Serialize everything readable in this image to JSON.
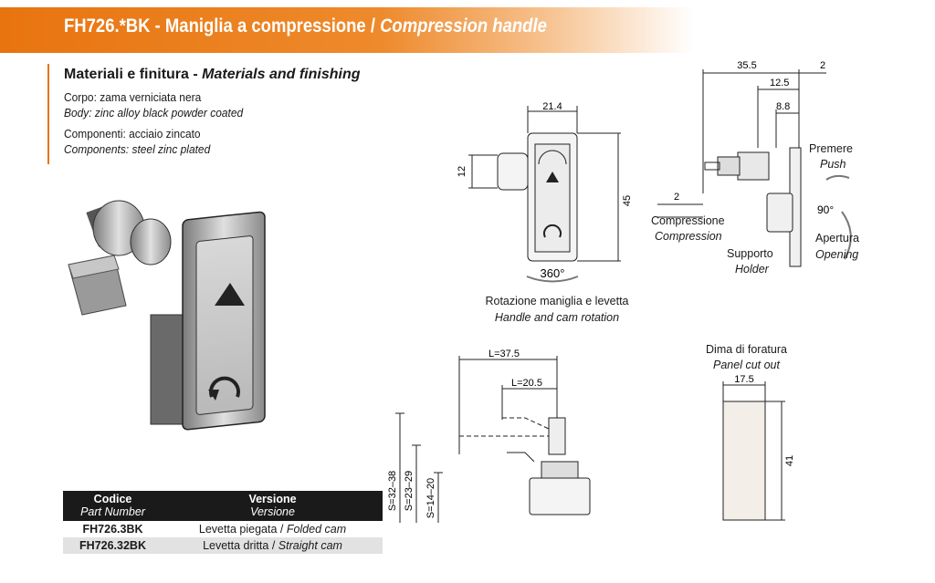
{
  "header": {
    "title_code": "FH726.*BK - Maniglia a compressione / ",
    "title_en": "Compression handle"
  },
  "materials": {
    "heading_it": "Materiali e finitura - ",
    "heading_en": "Materials and finishing",
    "body_it": "Corpo: zama verniciata nera",
    "body_en": "Body: zinc alloy black powder coated",
    "components_it": "Componenti: acciaio zincato",
    "components_en": "Components: steel zinc plated"
  },
  "front_view": {
    "dim_width": "21.4",
    "dim_height": "45",
    "dim_boss": "12",
    "rotation_angle": "360°",
    "caption_it": "Rotazione maniglia e levetta",
    "caption_en": "Handle and cam rotation"
  },
  "side_view": {
    "dim_total": "35.5",
    "dim_gap": "2",
    "dim_125": "12.5",
    "dim_88": "8.8",
    "dim_comp": "2",
    "push_it": "Premere",
    "push_en": "Push",
    "angle": "90°",
    "open_it": "Apertura",
    "open_en": "Opening",
    "comp_it": "Compressione",
    "comp_en": "Compression",
    "holder_it": "Supporto",
    "holder_en": "Holder"
  },
  "cam_view": {
    "l1": "L=37.5",
    "l2": "L=20.5",
    "s1": "S=32–38",
    "s2": "S=23–29",
    "s3": "S=14–20"
  },
  "cutout": {
    "title_it": "Dima di foratura",
    "title_en": "Panel cut out",
    "width": "17.5",
    "height": "41"
  },
  "table": {
    "col1_it": "Codice",
    "col1_en": "Part Number",
    "col2_it": "Versione",
    "col2_en": "Versione",
    "rows": [
      {
        "code": "FH726.3BK",
        "version_it": "Levetta piegata / ",
        "version_en": "Folded cam"
      },
      {
        "code": "FH726.32BK",
        "version_it": "Levetta dritta / ",
        "version_en": "Straight cam"
      }
    ]
  }
}
